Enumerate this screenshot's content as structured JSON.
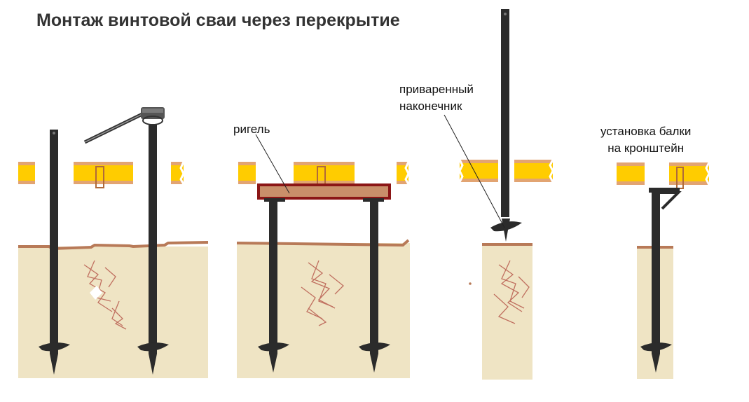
{
  "title": "Монтаж винтовой сваи через перекрытие",
  "labels": {
    "crossbar": "ригель",
    "welded_tip_line1": "приваренный",
    "welded_tip_line2": "наконечник",
    "beam_line1": "установка балки",
    "beam_line2": "на кронштейн"
  },
  "colors": {
    "beam_yellow": "#ffcc00",
    "beam_wood": "#e2a472",
    "soil": "#efe4c4",
    "ground_line": "#b87a58",
    "pile": "#2b2b2b",
    "crossbar_frame": "#8b1616",
    "crossbar_wood": "#c98f6a",
    "cracks": "#c07060"
  }
}
